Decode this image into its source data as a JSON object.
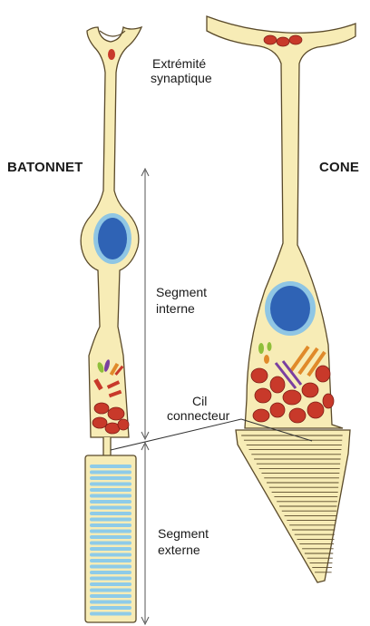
{
  "labels": {
    "rod_title": "BATONNET",
    "cone_title": "CONE",
    "synaptic_line1": "Extrémité",
    "synaptic_line2": "synaptique",
    "inner_line1": "Segment",
    "inner_line2": "interne",
    "cilium_line1": "Cil",
    "cilium_line2": "connecteur",
    "outer_line1": "Segment",
    "outer_line2": "externe"
  },
  "colors": {
    "cell_fill": "#f7ecb6",
    "outline": "#5a4a2a",
    "nucleus": "#2f63b5",
    "nucleus_halo": "#8fc6e4",
    "mitochondria": "#c8392a",
    "rod_discs": "#8ecbe8",
    "green_organelle": "#8fbf3a",
    "purple_organelle": "#7a3fa0",
    "orange_organelle": "#e08a2a"
  }
}
